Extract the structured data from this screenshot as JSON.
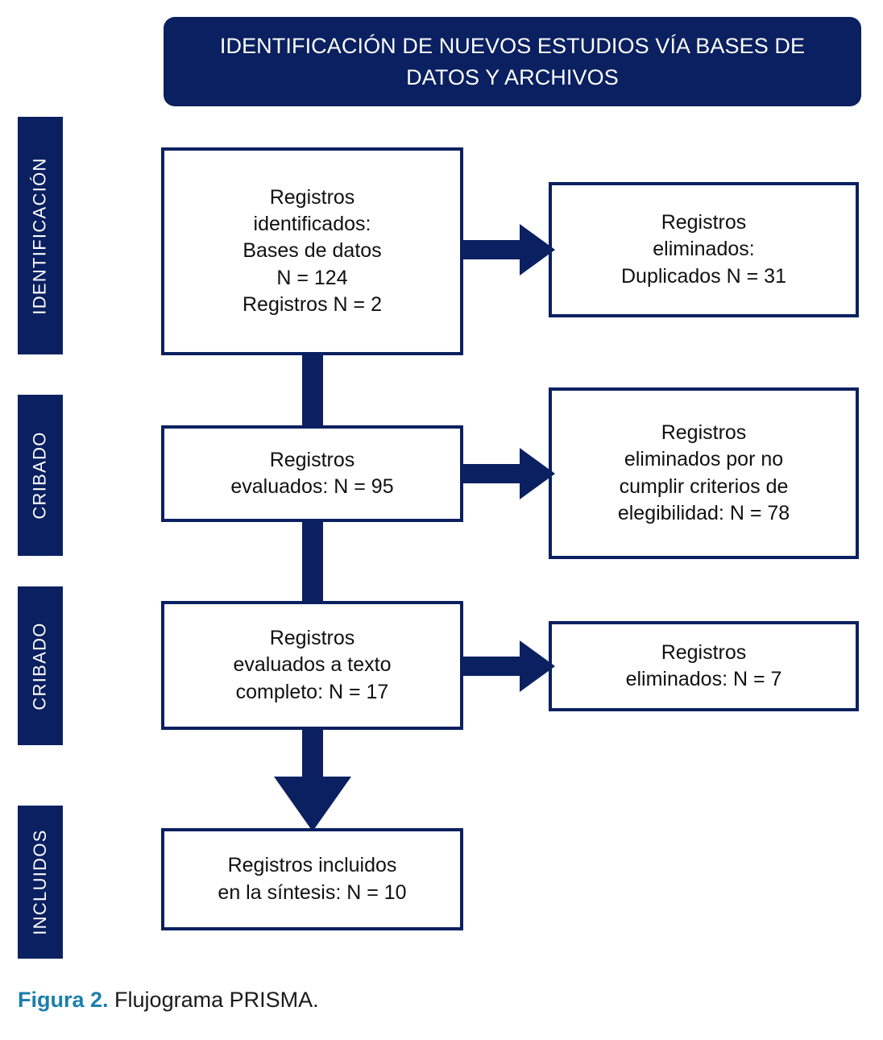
{
  "header": {
    "title": "IDENTIFICACIÓN DE NUEVOS ESTUDIOS VÍA BASES DE DATOS Y ARCHIVOS",
    "background_color": "#0a2060",
    "text_color": "#ffffff"
  },
  "stages": [
    {
      "label": "IDENTIFICACIÓN"
    },
    {
      "label": "CRIBADO"
    },
    {
      "label": "CRIBADO"
    },
    {
      "label": "INCLUIDOS"
    }
  ],
  "boxes": {
    "identified": "Registros identificados: Bases de datos N = 124 Registros N = 2",
    "duplicates": "Registros eliminados: Duplicados N = 31",
    "screened": "Registros evaluados: N = 95",
    "excluded_eligibility": "Registros eliminados por no cumplir criterios de elegibilidad: N = 78",
    "fulltext": "Registros evaluados a texto completo: N = 17",
    "excluded_fulltext": "Registros eliminados: N = 7",
    "included": "Registros incluidos en la síntesis: N = 10"
  },
  "box_lines": {
    "identified": [
      "Registros",
      "identificados:",
      "Bases de datos",
      "N = 124",
      "Registros N = 2"
    ],
    "duplicates": [
      "Registros",
      "eliminados:",
      "Duplicados N = 31"
    ],
    "screened": [
      "Registros",
      "evaluados: N = 95"
    ],
    "excluded_eligibility": [
      "Registros",
      "eliminados por no",
      "cumplir criterios de",
      "elegibilidad: N = 78"
    ],
    "fulltext": [
      "Registros",
      "evaluados a texto",
      "completo: N = 17"
    ],
    "excluded_fulltext": [
      "Registros",
      "eliminados: N = 7"
    ],
    "included": [
      "Registros incluidos",
      "en la síntesis: N = 10"
    ]
  },
  "counts": {
    "databases_records": 124,
    "registers_records": 2,
    "duplicates_removed": 31,
    "records_screened": 95,
    "excluded_eligibility": 78,
    "fulltext_assessed": 17,
    "fulltext_excluded": 7,
    "included_synthesis": 10
  },
  "caption": {
    "strong": "Figura 2.",
    "rest": "Flujograma PRISMA.",
    "strong_color": "#1b7fad"
  },
  "colors": {
    "navy": "#0a2060",
    "box_border": "#0a2060",
    "box_fill": "#ffffff",
    "text": "#101010",
    "accent": "#1b7fad"
  }
}
